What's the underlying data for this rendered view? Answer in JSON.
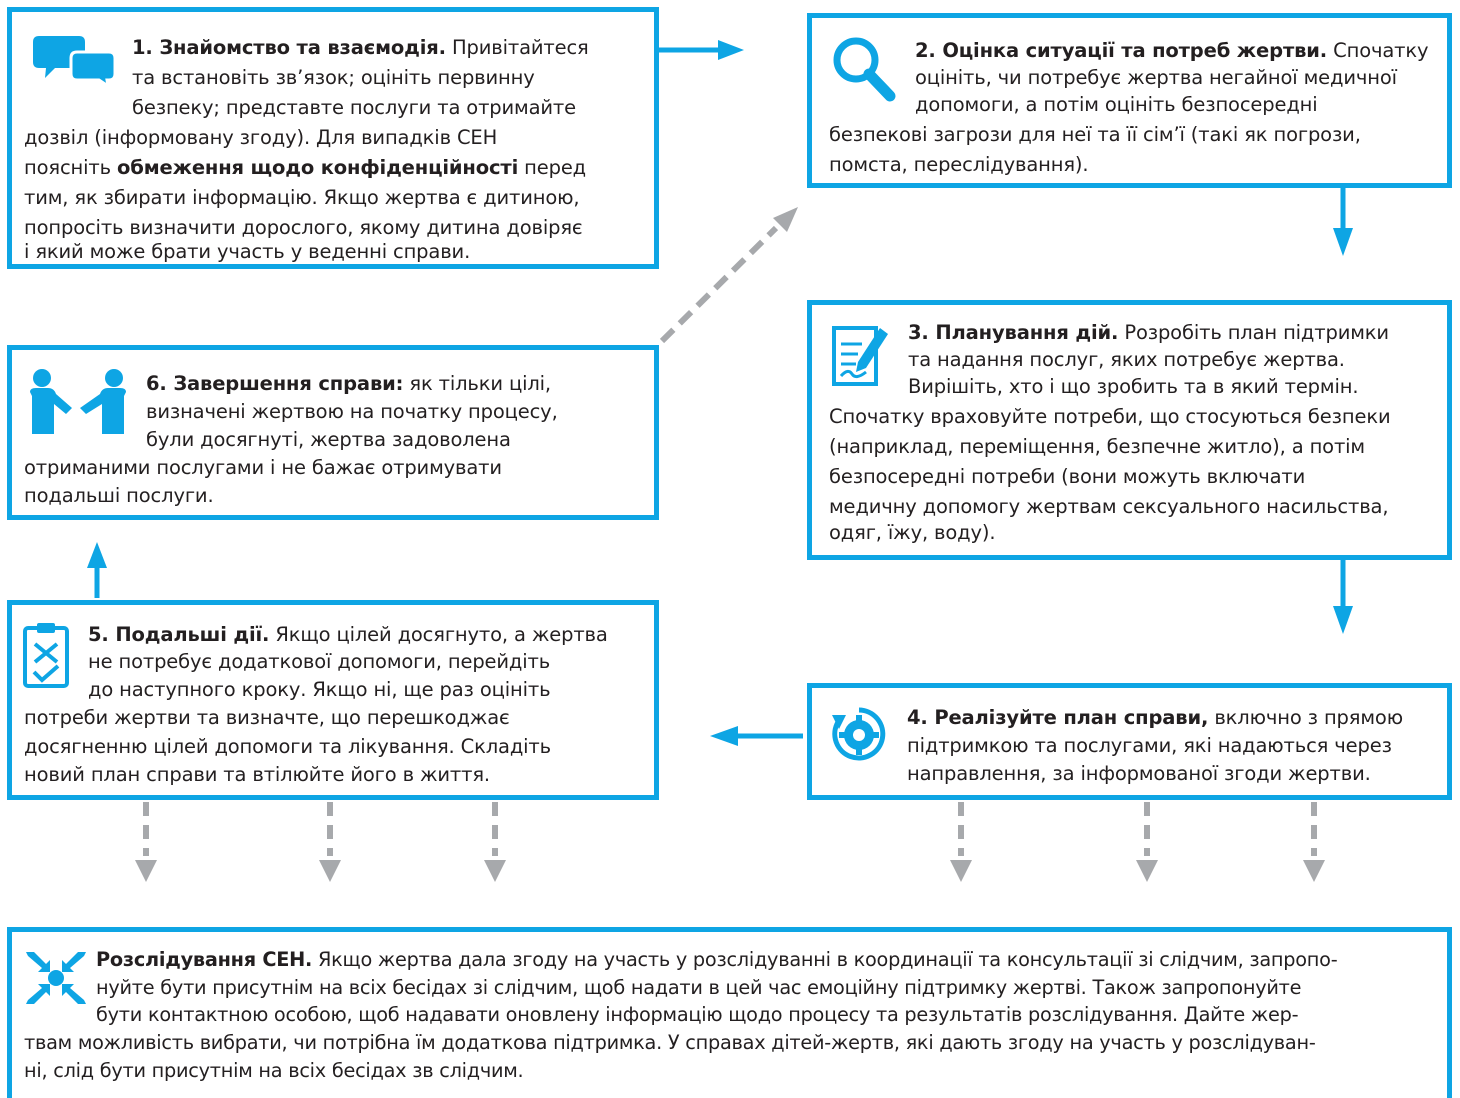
{
  "colors": {
    "accent": "#0ea5e4",
    "dashed_arrow": "#a7a9ac",
    "text": "#231f20"
  },
  "boxes": {
    "b1": {
      "icon": "speech-bubbles-icon",
      "title": "1. Знайомство та взаємодія.",
      "lines": [
        "Привітайтеся",
        "та встановіть зв’язок; оцініть первинну",
        "безпеку; представте послуги та отримайте",
        "дозвіл (інформовану згоду). Для випадків СЕН",
        "поясніть ",
        "обмеження щодо конфіденційності",
        " перед",
        "тим, як збирати інформацію. Якщо жертва є дитиною,",
        "попросіть визначити дорослого, якому дитина довіряє",
        "і який може брати участь у веденні справи."
      ]
    },
    "b2": {
      "icon": "magnifier-icon",
      "title": "2. Оцінка ситуації та потреб жертви.",
      "lines": [
        "Спочатку",
        "оцініть, чи потребує жертва негайної медичної",
        "допомоги, а потім оцініть безпосередні",
        "безпекові загрози для неї та її сім’ї (такі як погрози,",
        "помста, переслідування)."
      ]
    },
    "b3": {
      "icon": "document-edit-icon",
      "title": "3. Планування дій.",
      "lines": [
        "Розробіть план підтримки",
        "та надання послуг, яких потребує жертва.",
        "Вирішіть, хто і що зробить та в який термін.",
        "Спочатку враховуйте потреби, що стосуються безпеки",
        "(наприклад, переміщення, безпечне житло), а потім",
        "безпосередні потреби (вони можуть включати",
        "медичну допомогу жертвам сексуального насильства,",
        "одяг, їжу, воду)."
      ]
    },
    "b4": {
      "icon": "gear-cycle-icon",
      "title": "4. Реалізуйте план справи,",
      "lines": [
        "включно з прямою",
        "підтримкою та послугами, які надаються через",
        "направлення, за інформованої згоди жертви."
      ]
    },
    "b5": {
      "icon": "clipboard-checklist-icon",
      "title": "5. Подальші дії.",
      "lines": [
        "Якщо цілей досягнуто, а жертва",
        "не потребує додаткової допомоги, перейдіть",
        "до наступного кроку. Якщо ні, ще раз оцініть",
        "потреби жертви та визначте, що перешкоджає",
        "досягненню цілей допомоги та лікування. Складіть",
        "новий план справи та втілюйте його в життя."
      ]
    },
    "b6": {
      "icon": "handshake-icon",
      "title": "6. Завершення справи:",
      "lines": [
        "як тільки цілі,",
        "визначені жертвою на початку процесу,",
        "були досягнуті, жертва задоволена",
        "отриманими послугами і не бажає отримувати",
        "подальші послуги."
      ]
    },
    "b7": {
      "icon": "converging-arrows-icon",
      "title": "Розслідування СЕН.",
      "lines": [
        "Якщо жертва дала згоду на участь у розслідуванні в координації та консультації зі слідчим, запропо-",
        "нуйте бути присутнім на всіх бесідах зі слідчим, щоб надати в цей час емоційну підтримку жертві. Також запропонуйте",
        "бути контактною особою, щоб надавати оновлену інформацію щодо процесу та результатів розслідування. Дайте жер-",
        "твам можливість вибрати, чи потрібна їм додаткова підтримка. У справах дітей-жертв, які дають згоду на участь у розслідуван-",
        "ні, слід бути присутнім на всіх бесідах зв слідчим."
      ]
    }
  }
}
